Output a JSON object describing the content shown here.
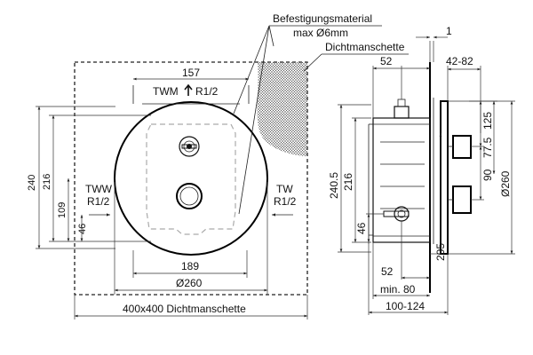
{
  "labels": {
    "mounting_material": "Befestigungsmaterial",
    "max_diameter": "max Ø6mm",
    "sealing_collar_top": "Dichtmanschette",
    "sealing_collar_bottom": "400x400  Dichtmanschette",
    "hot_water_top": "TWM",
    "hot_water_top_thread": "R1/2",
    "hot_water_left": "TWW",
    "hot_water_left_thread": "R1/2",
    "cold_water_right": "TW",
    "cold_water_right_thread": "R1/2"
  },
  "front_view": {
    "dim_157": "157",
    "dim_240": "240",
    "dim_216": "216",
    "dim_109": "109",
    "dim_46": "46",
    "dim_189": "189",
    "dim_260": "Ø260"
  },
  "side_view": {
    "dim_1": "1",
    "dim_52_top": "52",
    "dim_42_82": "42-82",
    "dim_125": "125",
    "dim_77_5": "77.5",
    "dim_90": "90",
    "dim_260": "Ø260",
    "dim_240_5": "240.5",
    "dim_216": "216",
    "dim_46": "46",
    "dim_205": "205",
    "dim_52_bottom": "52",
    "dim_min_80": "min. 80",
    "dim_100_124": "100-124"
  },
  "colors": {
    "line": "#111111",
    "ghost": "#aaaaaa",
    "hatch": "#555555"
  }
}
